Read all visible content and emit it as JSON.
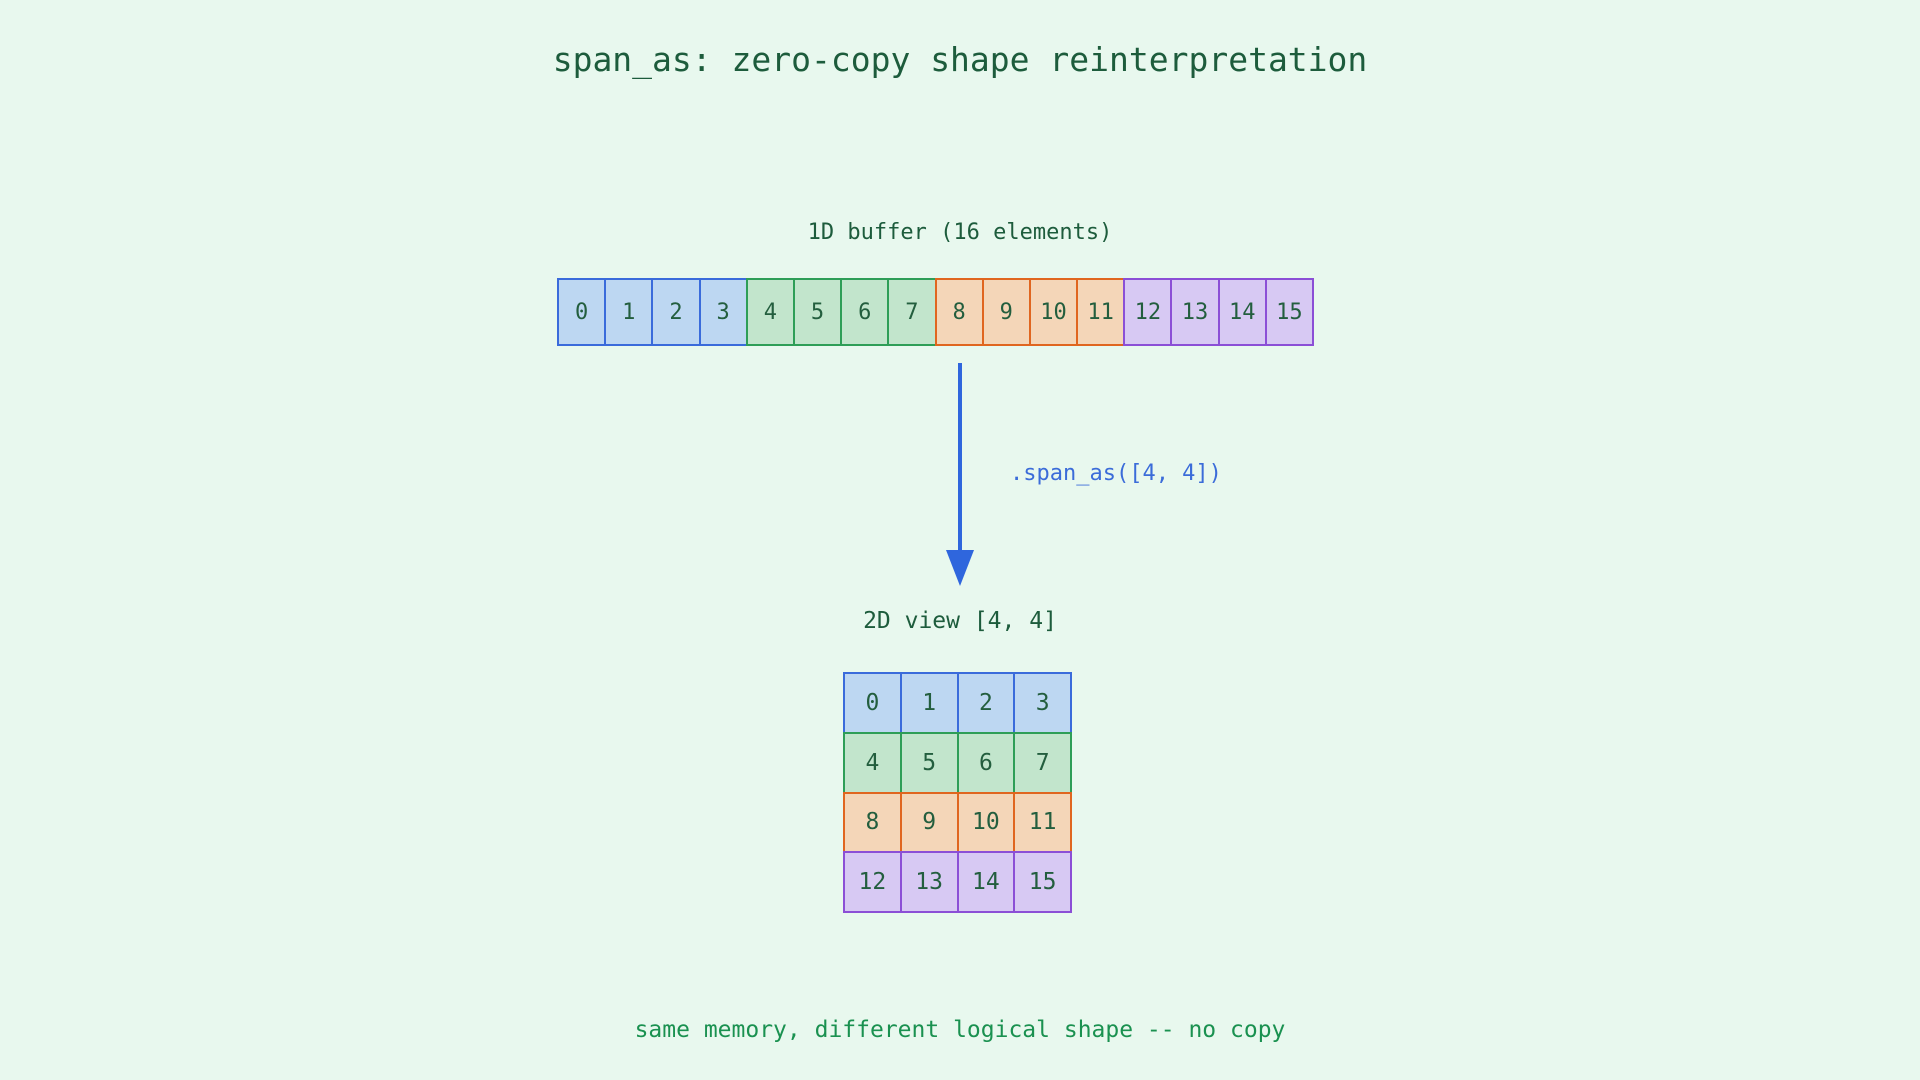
{
  "title": "span_as: zero-copy shape reinterpretation",
  "buffer_1d": {
    "label": "1D buffer (16 elements)",
    "values": [
      0,
      1,
      2,
      3,
      4,
      5,
      6,
      7,
      8,
      9,
      10,
      11,
      12,
      13,
      14,
      15
    ],
    "group_size": 4
  },
  "arrow": {
    "label": ".span_as([4, 4])"
  },
  "view_2d": {
    "label": "2D view [4, 4]",
    "rows": [
      [
        0,
        1,
        2,
        3
      ],
      [
        4,
        5,
        6,
        7
      ],
      [
        8,
        9,
        10,
        11
      ],
      [
        12,
        13,
        14,
        15
      ]
    ]
  },
  "footer": "same memory, different logical shape -- no copy",
  "colors": {
    "background": "#e8f8ee",
    "title_text": "#1d5c3c",
    "label_text": "#1d5c3c",
    "cell_text": "#235e3e",
    "footer_text": "#1a9150",
    "arrow": "#2f66dd",
    "arrow_label": "#3b6cd9",
    "groups": [
      {
        "name": "blue",
        "fill": "#bdd7f2",
        "border": "#3a6bdb"
      },
      {
        "name": "green",
        "fill": "#c2e5cc",
        "border": "#2e9e57"
      },
      {
        "name": "orange",
        "fill": "#f4d6b8",
        "border": "#e0661f"
      },
      {
        "name": "purple",
        "fill": "#d7c9f3",
        "border": "#8b4fd6"
      }
    ]
  }
}
